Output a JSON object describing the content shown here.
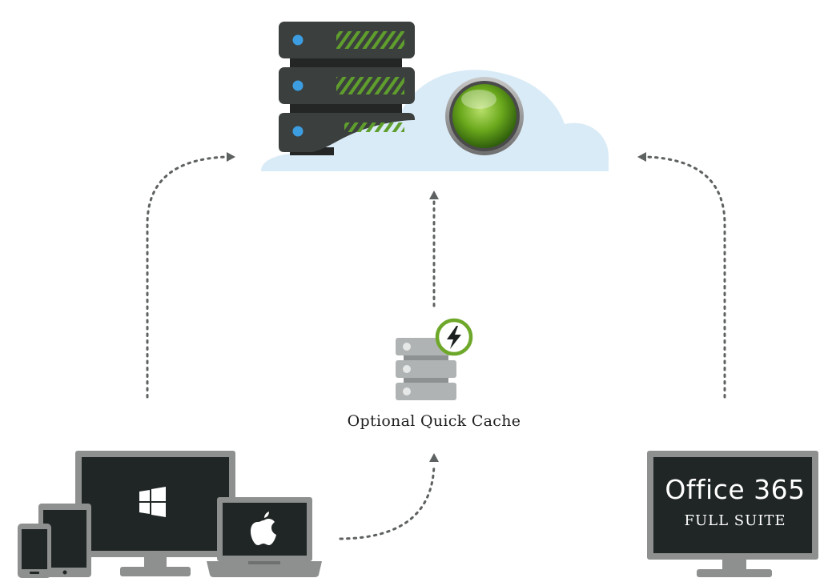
{
  "cache": {
    "label": "Optional Quick Cache"
  },
  "office": {
    "title": "Office 365",
    "subtitle": "FULL SUITE"
  },
  "colors": {
    "server_dark": "#3b3f3e",
    "server_stripe": "#5f9e2d",
    "led_blue": "#3c9de0",
    "cloud": "#d9ebf6",
    "orb_green": "#6bab1e",
    "device_gray": "#8e8f8f",
    "screen_dark": "#202625",
    "arrow_dots": "#5e6161",
    "cache_gray": "#b0b3b3",
    "cache_badge": "#6ea82a"
  },
  "icons": [
    "server-rack-icon",
    "cloud-icon",
    "green-orb-icon",
    "cache-server-icon",
    "lightning-icon",
    "windows-logo-icon",
    "apple-logo-icon"
  ]
}
